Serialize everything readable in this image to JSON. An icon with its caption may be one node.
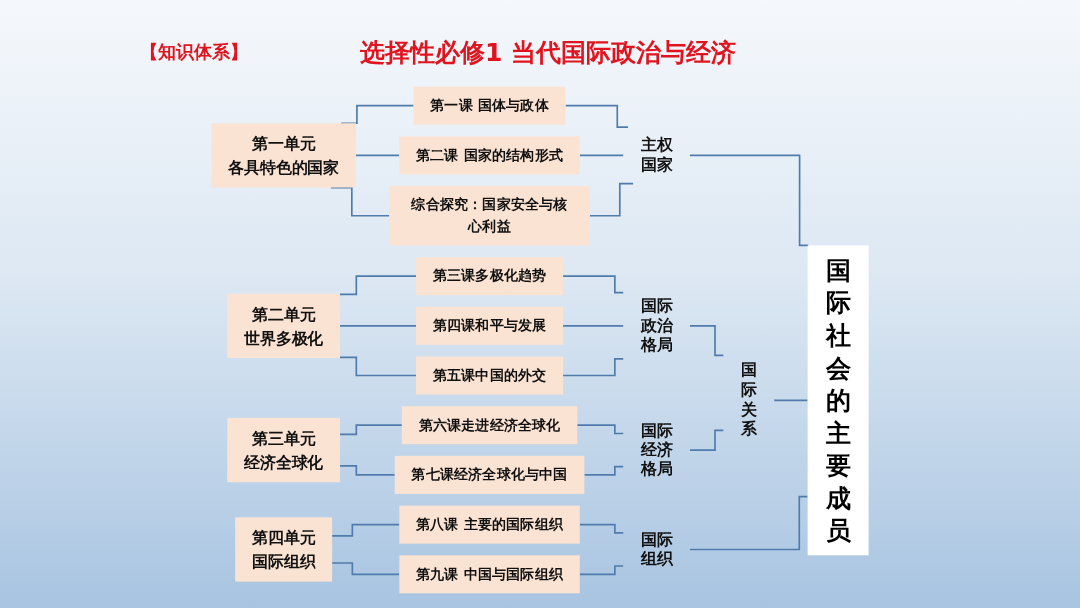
{
  "diagram": {
    "title": "选择性必修1 当代国际政治与经济",
    "nodes": [
      {
        "text": [
          "第一单元",
          "各具特色的国家"
        ]
      },
      {
        "text": [
          "第一课 国体与政体"
        ]
      },
      {
        "text": [
          "第二课 国家的结构形式"
        ]
      },
      {
        "text": [
          "综合探究：国家安全与核心利益"
        ]
      },
      {
        "text": [
          "主权国家"
        ]
      },
      {
        "text": [
          "第二单元",
          "世界多极化"
        ]
      },
      {
        "text": [
          "第三课多极化趋势"
        ]
      },
      {
        "text": [
          "第四课和平与发展"
        ]
      },
      {
        "text": [
          "第五课中国的外交"
        ]
      },
      {
        "text": [
          "国际政治格局"
        ]
      },
      {
        "text": [
          "第三单元",
          "经济全球化"
        ]
      },
      {
        "text": [
          "第六课走进经济全球化"
        ]
      },
      {
        "text": [
          "第七课经济全球化与中国"
        ]
      },
      {
        "text": [
          "国际经济格局"
        ]
      },
      {
        "text": [
          "国际关系"
        ]
      },
      {
        "text": [
          "第四单元",
          "国际组织"
        ]
      },
      {
        "text": [
          "第八课 主要的国际组织"
        ]
      },
      {
        "text": [
          "第九课 中国与国际组织"
        ]
      },
      {
        "text": [
          "国际组织"
        ]
      },
      {
        "text": [
          "国际社会的主要成员"
        ]
      }
    ],
    "edges": [
      {
        "from": 0,
        "to": 1,
        "arrow": "none"
      },
      {
        "from": 0,
        "to": 2,
        "arrow": "none"
      },
      {
        "from": 0,
        "to": 3,
        "arrow": "none"
      },
      {
        "from": 1,
        "to": 4,
        "arrow": "none"
      },
      {
        "from": 2,
        "to": 4,
        "arrow": "none"
      },
      {
        "from": 3,
        "to": 4,
        "arrow": "none"
      },
      {
        "from": 5,
        "to": 6,
        "arrow": "none"
      },
      {
        "from": 5,
        "to": 7,
        "arrow": "none"
      },
      {
        "from": 5,
        "to": 8,
        "arrow": "none"
      },
      {
        "from": 6,
        "to": 9,
        "arrow": "none"
      },
      {
        "from": 7,
        "to": 9,
        "arrow": "none"
      },
      {
        "from": 8,
        "to": 9,
        "arrow": "none"
      },
      {
        "from": 10,
        "to": 11,
        "arrow": "none"
      },
      {
        "from": 10,
        "to": 12,
        "arrow": "none"
      },
      {
        "from": 11,
        "to": 13,
        "arrow": "none"
      },
      {
        "from": 12,
        "to": 13,
        "arrow": "none"
      },
      {
        "from": 9,
        "to": 14,
        "arrow": "none"
      },
      {
        "from": 13,
        "to": 14,
        "arrow": "none"
      },
      {
        "from": 15,
        "to": 16,
        "arrow": "none"
      },
      {
        "from": 15,
        "to": 17,
        "arrow": "none"
      },
      {
        "from": 16,
        "to": 18,
        "arrow": "none"
      },
      {
        "from": 17,
        "to": 18,
        "arrow": "none"
      },
      {
        "from": 4,
        "to": 19,
        "arrow": "none"
      },
      {
        "from": 14,
        "to": 19,
        "arrow": "none"
      },
      {
        "from": 18,
        "to": 19,
        "arrow": "none"
      }
    ],
    "labels": [
      "【知识体系】"
    ]
  }
}
